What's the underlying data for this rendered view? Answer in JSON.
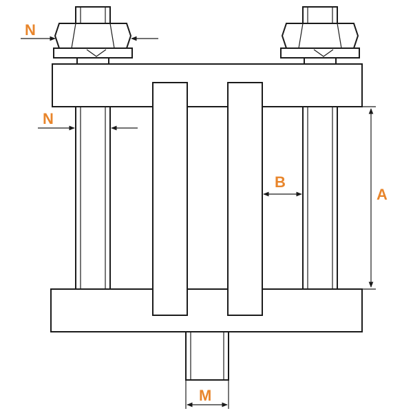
{
  "labels": {
    "nut_width_top": "N",
    "rod_width": "N",
    "plate_gap": "B",
    "height": "A",
    "shank": "M"
  },
  "colors": {
    "label": "#E8852B",
    "line": "#1a1a1a",
    "fill": "#ffffff"
  }
}
